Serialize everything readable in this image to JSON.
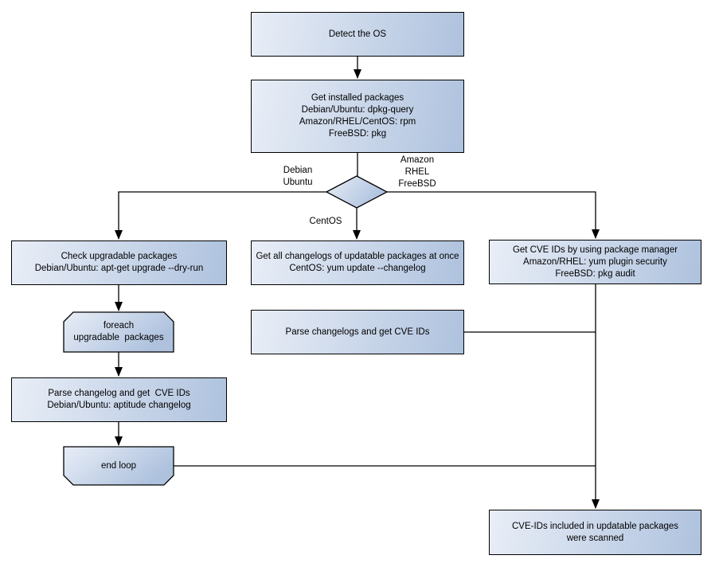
{
  "diagram": {
    "colors": {
      "node_fill_light": "#e9eef7",
      "node_fill_dark": "#aec2de",
      "node_border": "#000000",
      "connector": "#000000",
      "text": "#000000"
    },
    "nodes": {
      "detect": {
        "lines": [
          "Detect the OS"
        ]
      },
      "installed": {
        "lines": [
          "Get installed packages",
          "Debian/Ubuntu: dpkg-query",
          "Amazon/RHEL/CentOS: rpm",
          "FreeBSD: pkg"
        ]
      },
      "check_upgradable": {
        "lines": [
          "Check upgradable packages",
          "Debian/Ubuntu: apt-get upgrade --dry-run"
        ]
      },
      "changelogs_once": {
        "lines": [
          "Get all changelogs of updatable packages at once",
          "CentOS: yum update --changelog"
        ]
      },
      "cve_by_pm": {
        "lines": [
          "Get CVE IDs by using package manager",
          "Amazon/RHEL: yum plugin security",
          "FreeBSD: pkg audit"
        ]
      },
      "foreach_loop": {
        "lines": [
          "foreach",
          "upgradable  packages"
        ]
      },
      "parse_changelog_left": {
        "lines": [
          "Parse changelog and get  CVE IDs",
          "Debian/Ubuntu: aptitude changelog"
        ]
      },
      "end_loop": {
        "lines": [
          "end loop"
        ]
      },
      "parse_changelogs_mid": {
        "lines": [
          "Parse changelogs and get CVE IDs"
        ]
      },
      "scanned": {
        "lines": [
          "CVE-IDs included in updatable packages",
          "were scanned"
        ]
      }
    },
    "edge_labels": {
      "left_branch": [
        "Debian",
        "Ubuntu"
      ],
      "right_branch": [
        "Amazon",
        "RHEL",
        "FreeBSD"
      ],
      "bottom_branch": [
        "CentOS"
      ]
    }
  }
}
